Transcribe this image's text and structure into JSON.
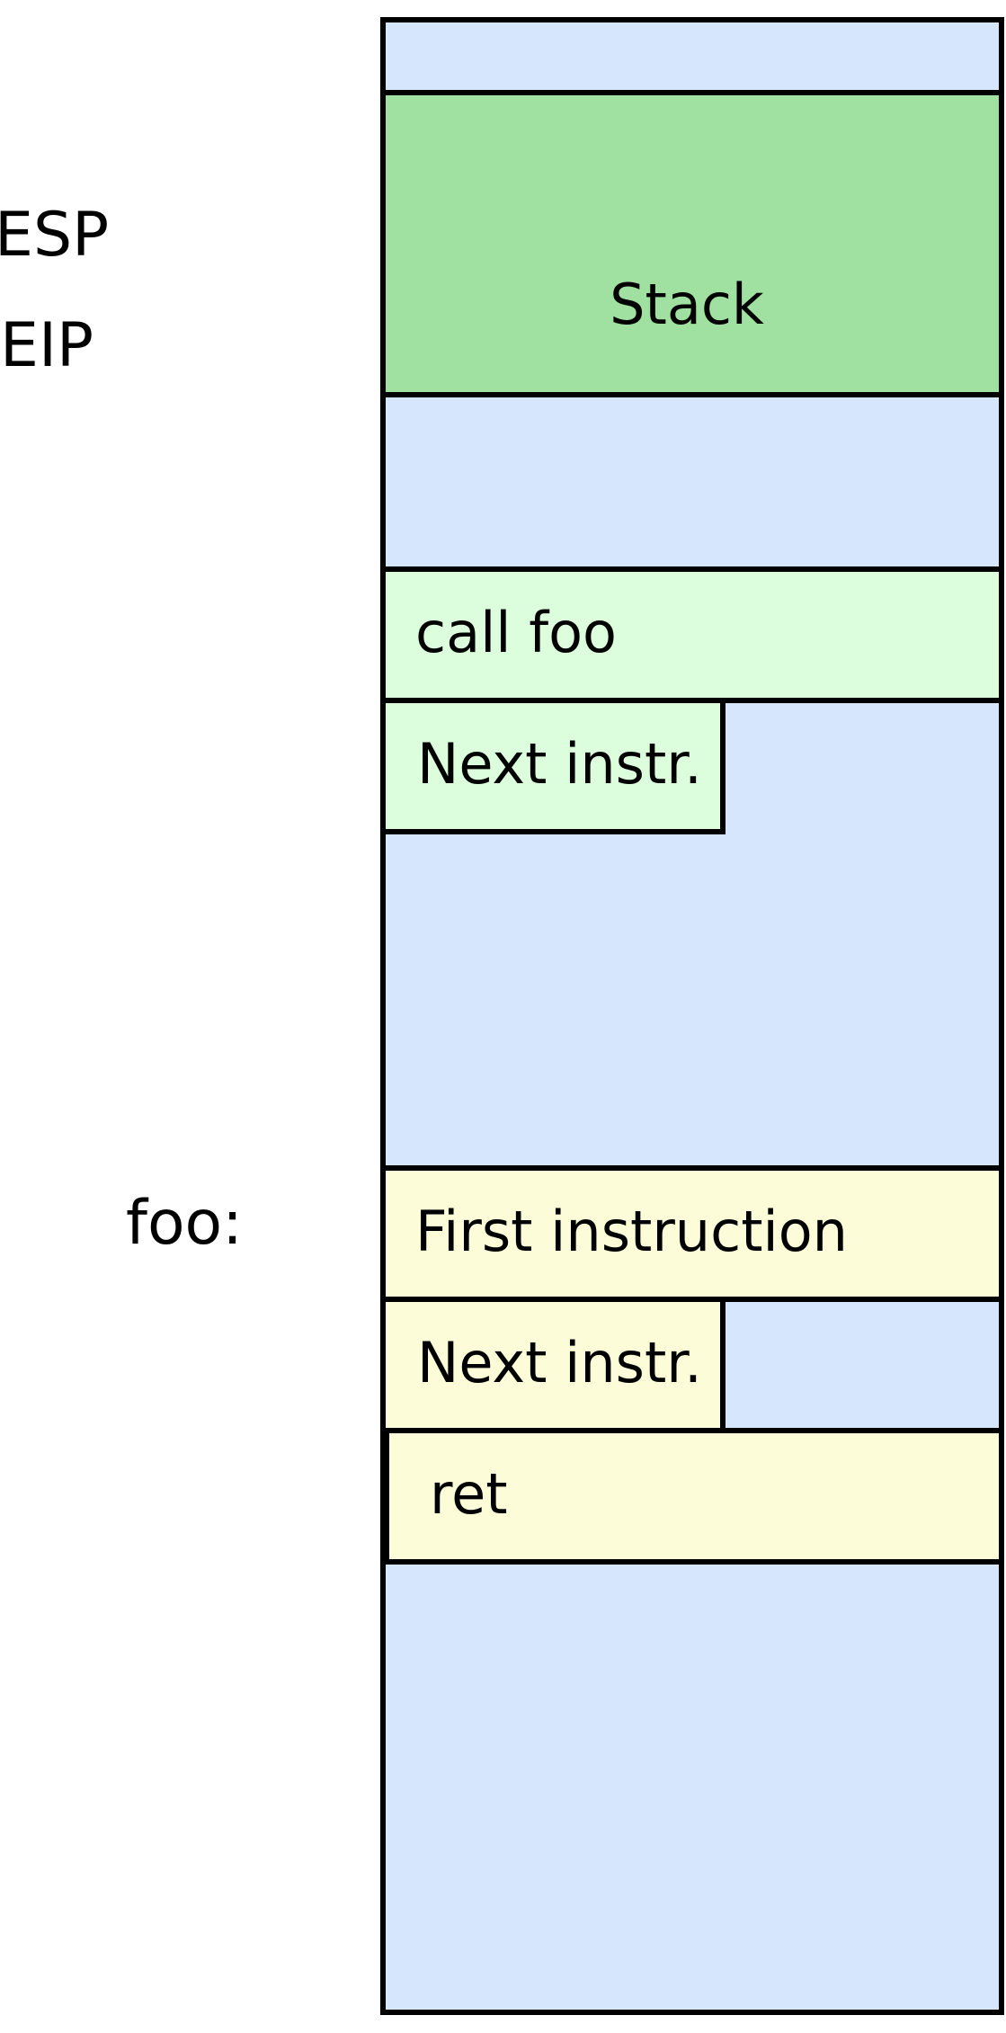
{
  "colors": {
    "memory_background": "#d6e6fd",
    "stack": "#a0e0a0",
    "caller_code": "#dcfedc",
    "callee_code": "#fdfcd8",
    "outline": "#000000"
  },
  "side_labels": {
    "esp": "ESP",
    "eip": "EIP",
    "foo": "foo:"
  },
  "memory": {
    "stack": "Stack",
    "caller": {
      "call": "call foo",
      "next": "Next instr."
    },
    "callee": {
      "first": "First instruction",
      "next": "Next instr.",
      "ret": "ret"
    }
  }
}
